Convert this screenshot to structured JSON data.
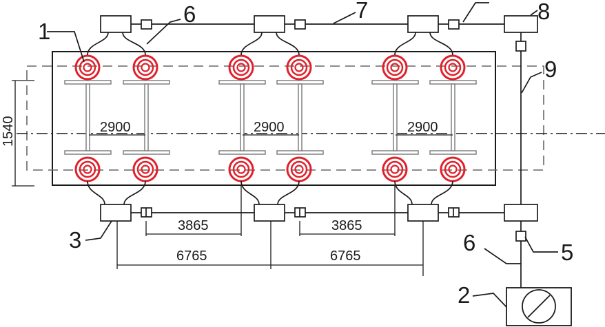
{
  "callouts": {
    "c1": "1",
    "c2": "2",
    "c3": "3",
    "c5": "5",
    "c6_top": "6",
    "c6_right": "6",
    "c7": "7",
    "c8": "8",
    "c9": "9"
  },
  "dimensions": {
    "axle_spacing": [
      "2900",
      "2900",
      "2900"
    ],
    "pair_spacing": [
      "3865",
      "3865"
    ],
    "group_spacing": [
      "6765",
      "6765"
    ],
    "track_width": "1540"
  },
  "colors": {
    "coil": "#e0202a",
    "line": "#1a1a1a",
    "frame": "#1a1a1a",
    "dash": "#666666"
  }
}
